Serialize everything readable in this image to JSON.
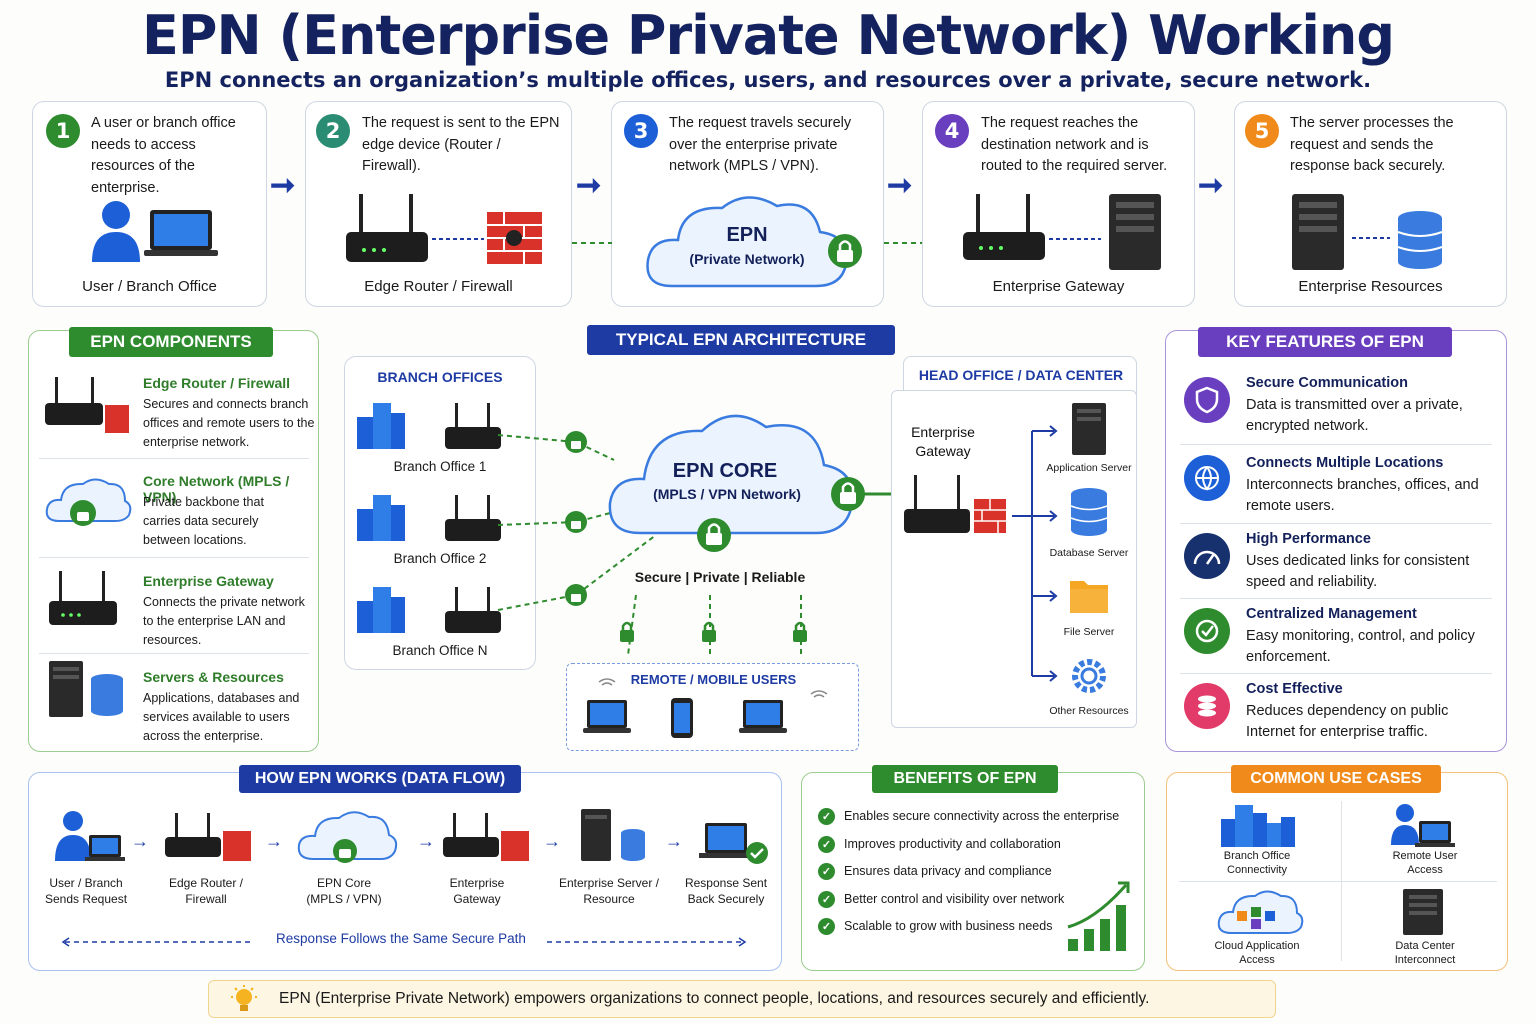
{
  "title": "EPN (Enterprise Private Network) Working",
  "subtitle": "EPN connects an organization’s multiple offices, users, and resources over a private, secure network.",
  "steps": [
    {
      "num": "1",
      "color": "#2e8b2e",
      "text": "A user or branch office needs to access resources of the enterprise.",
      "label": "User / Branch Office",
      "icon": "user-laptop-icon"
    },
    {
      "num": "2",
      "color": "#2a8c72",
      "text": "The request is sent to the EPN edge device (Router / Firewall).",
      "label": "Edge Router / Firewall",
      "icon": "router-firewall-icon"
    },
    {
      "num": "3",
      "color": "#1d5fd6",
      "text": "The request travels securely over the enterprise private network (MPLS / VPN).",
      "label": "",
      "cloud_title": "EPN",
      "cloud_sub": "(Private Network)",
      "icon": "cloud-lock-icon"
    },
    {
      "num": "4",
      "color": "#6a3fbf",
      "text": "The request reaches the destination network and is routed to the required server.",
      "label": "Enterprise Gateway",
      "icon": "gateway-server-icon"
    },
    {
      "num": "5",
      "color": "#f08a1a",
      "text": "The server processes the request and sends the response back securely.",
      "label": "Enterprise Resources",
      "icon": "server-database-icon"
    }
  ],
  "components": {
    "heading": "EPN COMPONENTS",
    "items": [
      {
        "title": "Edge Router / Firewall",
        "text": "Secures and connects branch offices and remote users to the enterprise network.",
        "icon": "router-firewall-icon"
      },
      {
        "title": "Core Network (MPLS / VPN)",
        "text": "Private backbone that carries data securely between locations.",
        "icon": "cloud-lock-icon"
      },
      {
        "title": "Enterprise Gateway",
        "text": "Connects the private network to the enterprise LAN and resources.",
        "icon": "router-icon"
      },
      {
        "title": "Servers & Resources",
        "text": "Applications, databases and services available to users across the enterprise.",
        "icon": "server-database-icon"
      }
    ]
  },
  "architecture": {
    "heading": "TYPICAL EPN ARCHITECTURE",
    "branch_heading": "BRANCH OFFICES",
    "branches": [
      "Branch Office 1",
      "Branch Office 2",
      "Branch Office N"
    ],
    "core_title": "EPN CORE",
    "core_sub": "(MPLS / VPN Network)",
    "core_caption": "Secure | Private | Reliable",
    "remote_heading": "REMOTE / MOBILE USERS",
    "hq_heading": "HEAD OFFICE / DATA CENTER",
    "gateway_label": "Enterprise Gateway",
    "servers": [
      "Application Server",
      "Database Server",
      "File Server",
      "Other Resources"
    ]
  },
  "features": {
    "heading": "KEY FEATURES OF EPN",
    "items": [
      {
        "title": "Secure Communication",
        "text": "Data is transmitted over a private, encrypted network.",
        "color": "#6a3fbf",
        "icon": "shield-icon"
      },
      {
        "title": "Connects Multiple Locations",
        "text": "Interconnects branches, offices, and remote users.",
        "color": "#1d5fd6",
        "icon": "globe-icon"
      },
      {
        "title": "High Performance",
        "text": "Uses dedicated links for consistent speed and reliability.",
        "color": "#17306e",
        "icon": "speedometer-icon"
      },
      {
        "title": "Centralized Management",
        "text": "Easy monitoring, control, and policy enforcement.",
        "color": "#2e8b2e",
        "icon": "check-gear-icon"
      },
      {
        "title": "Cost Effective",
        "text": "Reduces dependency on public Internet for enterprise traffic.",
        "color": "#e23b6a",
        "icon": "coins-icon"
      }
    ]
  },
  "flow": {
    "heading": "HOW EPN WORKS (DATA FLOW)",
    "steps": [
      {
        "line1": "User / Branch",
        "line2": "Sends Request",
        "icon": "user-laptop-icon"
      },
      {
        "line1": "Edge Router /",
        "line2": "Firewall",
        "icon": "router-firewall-icon"
      },
      {
        "line1": "EPN Core",
        "line2": "(MPLS / VPN)",
        "icon": "cloud-lock-icon"
      },
      {
        "line1": "Enterprise",
        "line2": "Gateway",
        "icon": "router-firewall-icon"
      },
      {
        "line1": "Enterprise Server /",
        "line2": "Resource",
        "icon": "server-database-icon"
      },
      {
        "line1": "Response Sent",
        "line2": "Back Securely",
        "icon": "laptop-check-icon"
      }
    ],
    "return_text": "Response Follows the Same Secure Path"
  },
  "benefits": {
    "heading": "BENEFITS OF EPN",
    "items": [
      "Enables secure connectivity across the enterprise",
      "Improves productivity and collaboration",
      "Ensures data privacy and compliance",
      "Better control and visibility over network",
      "Scalable to grow with business needs"
    ]
  },
  "usecases": {
    "heading": "COMMON USE CASES",
    "items": [
      {
        "line1": "Branch Office",
        "line2": "Connectivity",
        "icon": "buildings-icon"
      },
      {
        "line1": "Remote User",
        "line2": "Access",
        "icon": "user-laptop-icon"
      },
      {
        "line1": "Cloud Application",
        "line2": "Access",
        "icon": "cloud-apps-icon"
      },
      {
        "line1": "Data Center",
        "line2": "Interconnect",
        "icon": "server-icon"
      }
    ]
  },
  "footer": "EPN (Enterprise Private Network) empowers organizations to connect people, locations, and resources securely and efficiently.",
  "colors": {
    "navy": "#14235f",
    "green": "#2e8b2e",
    "blue": "#1d3ba3",
    "purple": "#6a3fbf",
    "orange": "#f08a1a"
  }
}
